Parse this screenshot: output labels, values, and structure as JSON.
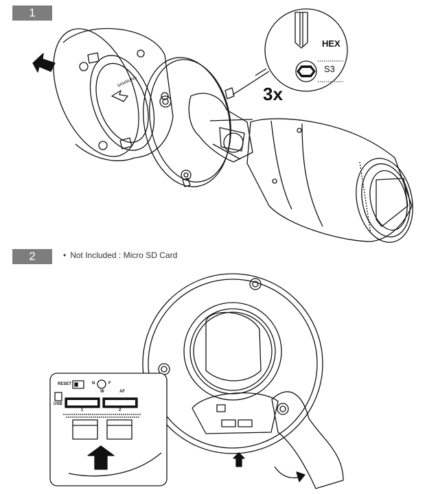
{
  "step1": {
    "number": "1",
    "tool": {
      "label": "HEX",
      "size": "S3",
      "quantity": "3x"
    }
  },
  "step2": {
    "number": "2",
    "note_bullet": "•",
    "note": "Not Included : Micro SD Card",
    "panel": {
      "reset_label": "RESET",
      "usb_label": "USB",
      "slot1": "1",
      "slot2": "2",
      "n_label": "N",
      "f_label": "F",
      "w_label": "W",
      "af_label": "AF"
    }
  }
}
